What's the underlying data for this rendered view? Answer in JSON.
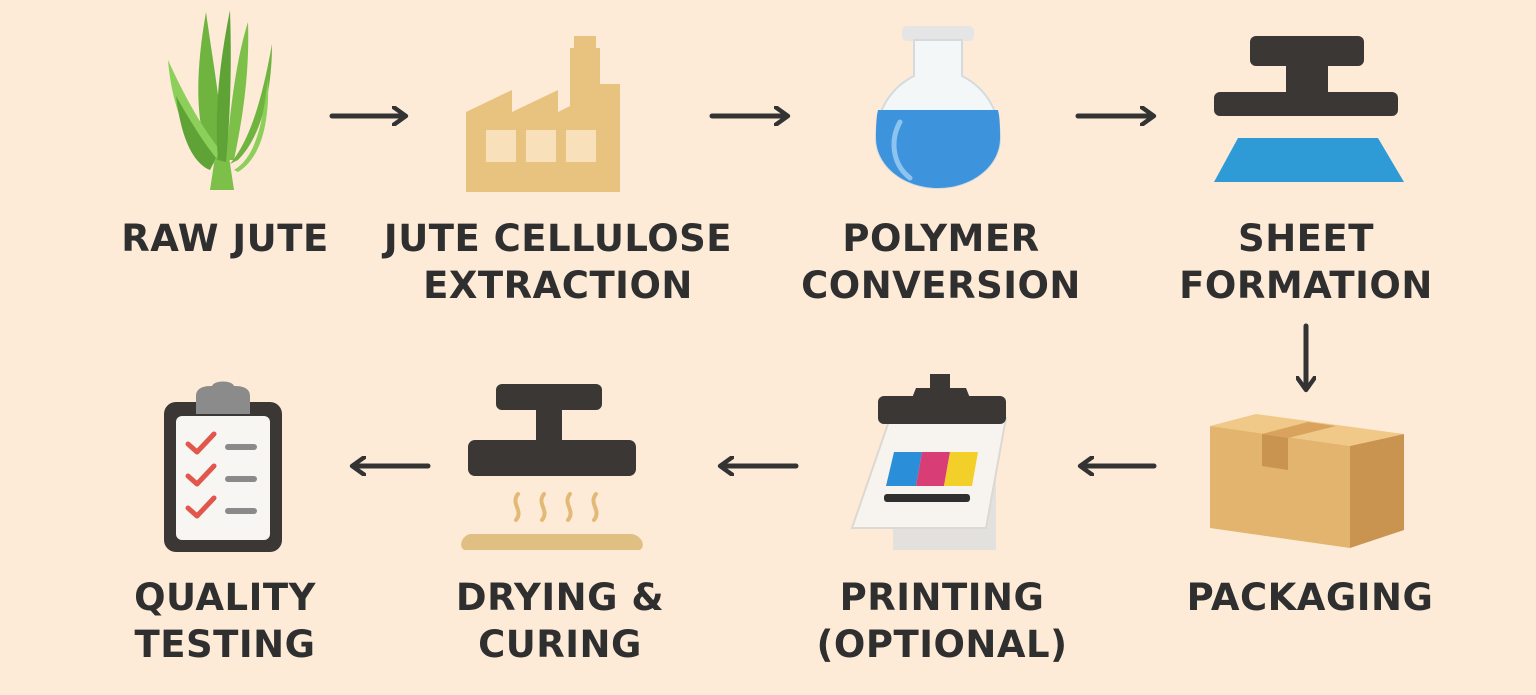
{
  "steps": [
    {
      "id": "raw-jute",
      "lines": [
        "RAW JUTE"
      ],
      "icon": "jute-plant-icon"
    },
    {
      "id": "jute-cellulose-extraction",
      "lines": [
        "JUTE CELLULOSE",
        "EXTRACTION"
      ],
      "icon": "factory-icon"
    },
    {
      "id": "polymer-conversion",
      "lines": [
        "POLYMER",
        "CONVERSION"
      ],
      "icon": "flask-icon"
    },
    {
      "id": "sheet-formation",
      "lines": [
        "SHEET",
        "FORMATION"
      ],
      "icon": "press-icon"
    },
    {
      "id": "packaging",
      "lines": [
        "PACKAGING"
      ],
      "icon": "cardboard-box-icon"
    },
    {
      "id": "printing-optional",
      "lines": [
        "PRINTING",
        "(OPTIONAL)"
      ],
      "icon": "printer-icon"
    },
    {
      "id": "drying-curing",
      "lines": [
        "DRYING &",
        "CURING"
      ],
      "icon": "heat-press-icon"
    },
    {
      "id": "quality-testing",
      "lines": [
        "QUALITY",
        "TESTING"
      ],
      "icon": "checklist-clipboard-icon"
    }
  ],
  "flow": [
    [
      "raw-jute",
      "jute-cellulose-extraction"
    ],
    [
      "jute-cellulose-extraction",
      "polymer-conversion"
    ],
    [
      "polymer-conversion",
      "sheet-formation"
    ],
    [
      "sheet-formation",
      "packaging"
    ],
    [
      "packaging",
      "printing-optional"
    ],
    [
      "printing-optional",
      "drying-curing"
    ],
    [
      "drying-curing",
      "quality-testing"
    ]
  ],
  "colors": {
    "background": "#fdebd8",
    "text": "#2f2f2f",
    "arrow": "#333333",
    "jute_green": "#6fb43f",
    "factory_tan": "#e8c27f",
    "liquid_blue": "#3d93dc",
    "press_dark": "#3a3735",
    "box_cardboard": "#d9a35e",
    "check_red": "#e2574c"
  }
}
